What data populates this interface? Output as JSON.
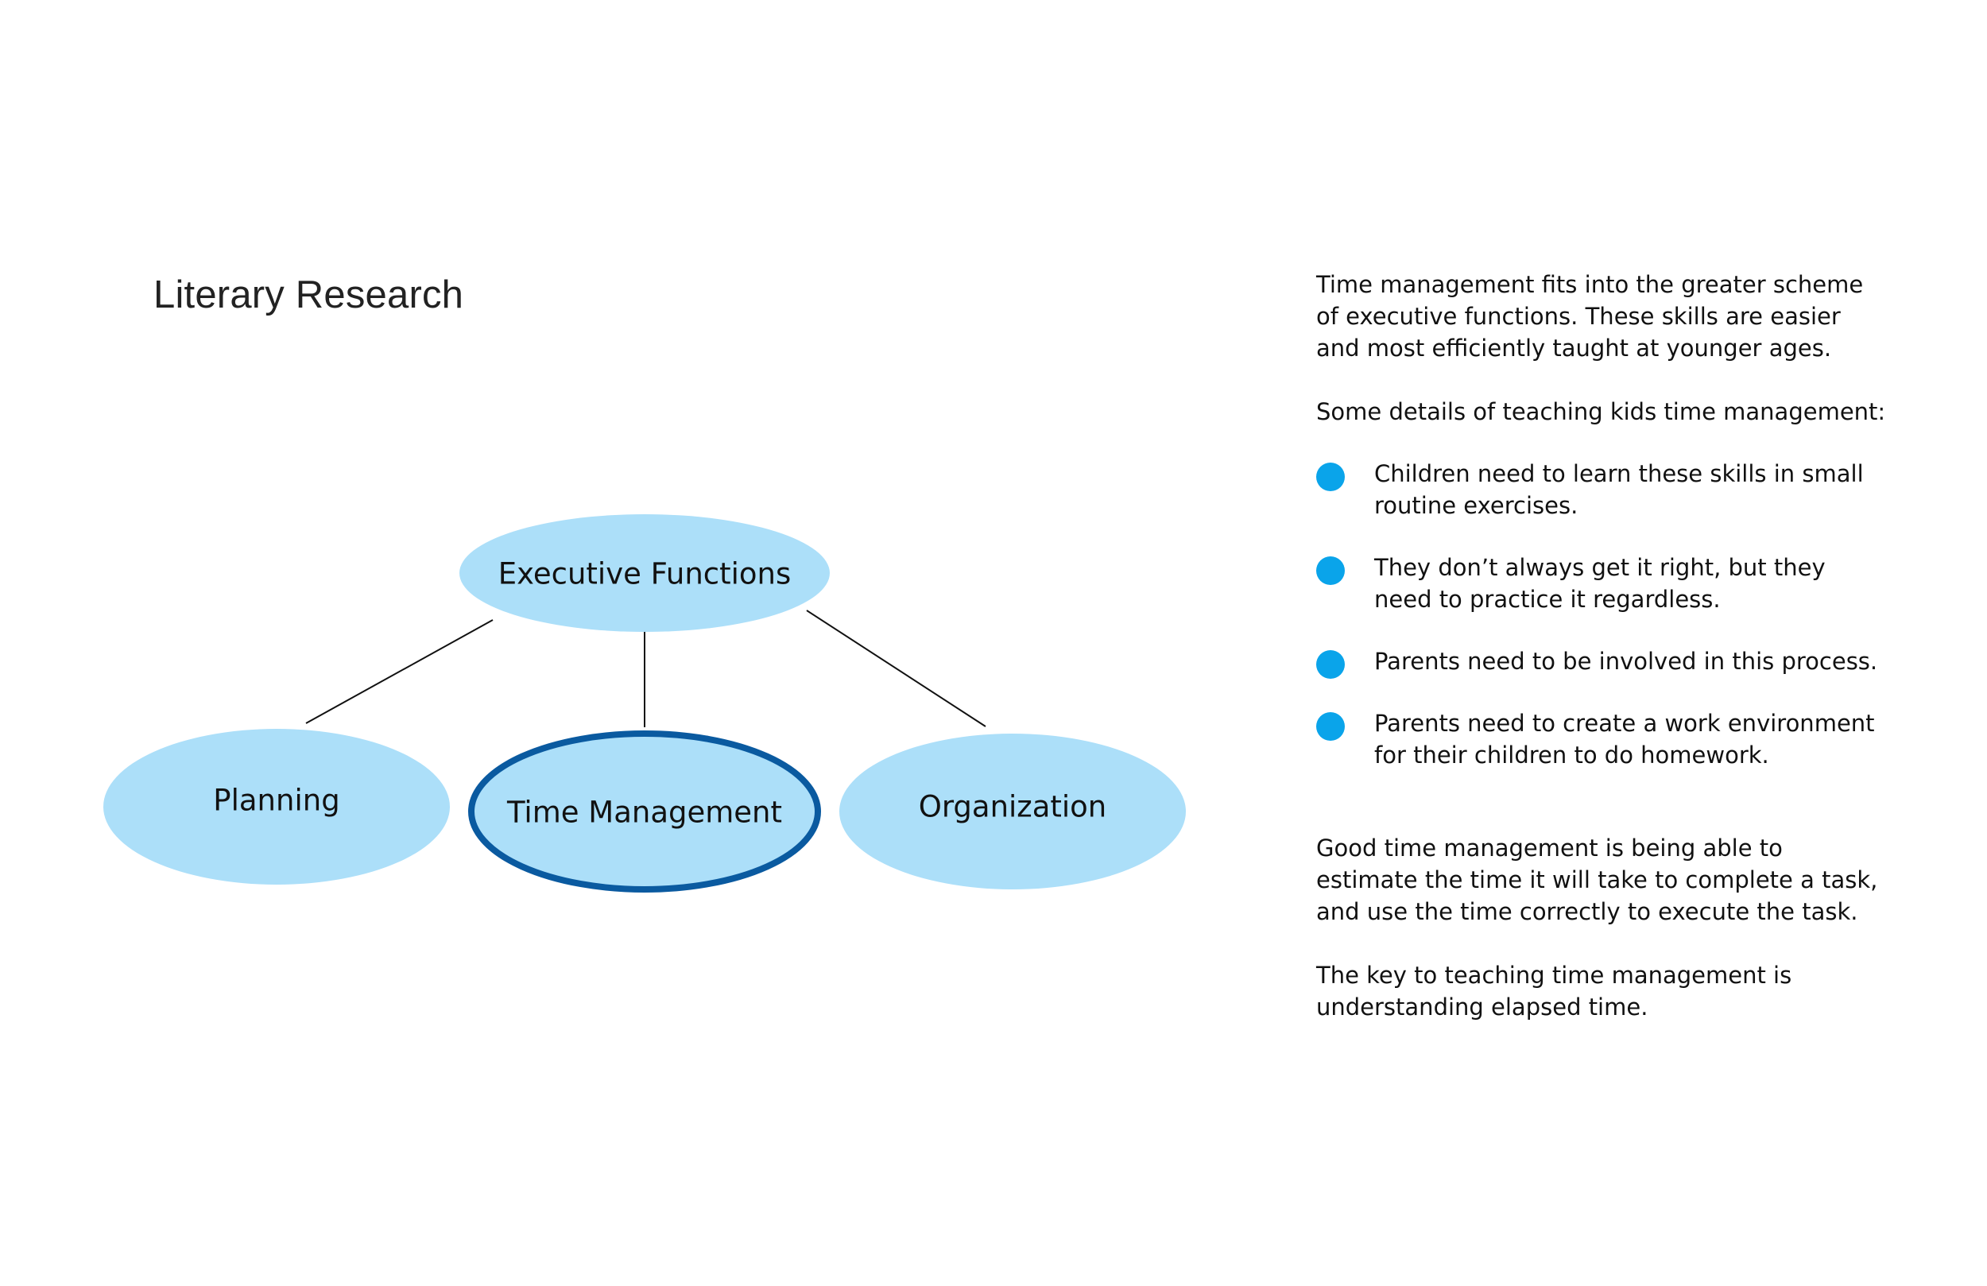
{
  "page": {
    "title": "Literary Research"
  },
  "diagram": {
    "root": {
      "label": "Executive Functions"
    },
    "children": [
      {
        "label": "Planning",
        "highlighted": false
      },
      {
        "label": "Time Management",
        "highlighted": true
      },
      {
        "label": "Organization",
        "highlighted": false
      }
    ]
  },
  "colors": {
    "node_fill": "#acdff9",
    "highlight_stroke": "#0a5aa0",
    "bullet": "#0aa4ea",
    "connector": "#111111"
  },
  "text_panel": {
    "intro": "Time management fits into the greater scheme of executive functions. These skills are easier and most efficiently taught at younger ages.",
    "lead_in": "Some details of teaching kids time management:",
    "bullets": [
      "Children need to learn these skills in small routine exercises.",
      "They don’t always get it right, but they need to practice it regardless.",
      "Parents need to be involved in this process.",
      "Parents need to create a work environment for their children to do homework."
    ],
    "summary": "Good time management is being able to estimate the time it will take to complete a task, and use the time correctly to execute the task.",
    "key": "The key to teaching time management is understanding elapsed time."
  }
}
